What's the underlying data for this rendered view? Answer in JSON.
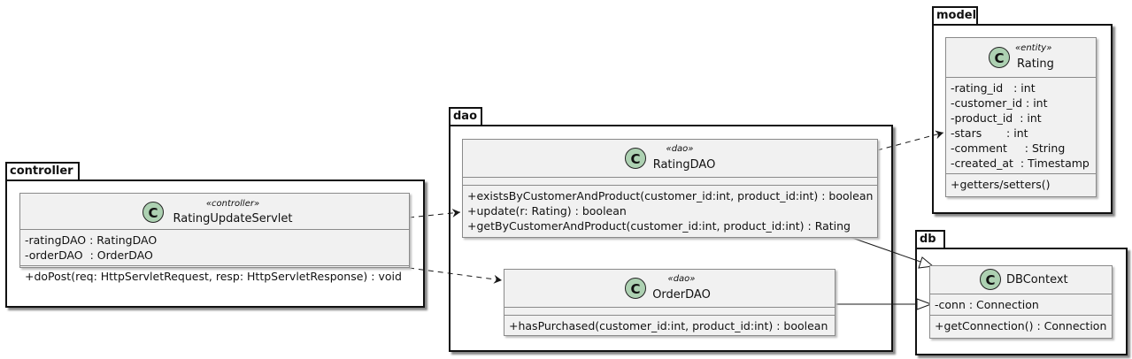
{
  "badge_letter": "C",
  "packages": {
    "controller": {
      "label": "controller"
    },
    "dao": {
      "label": "dao"
    },
    "model": {
      "label": "model"
    },
    "db": {
      "label": "db"
    }
  },
  "classes": {
    "rating_update_servlet": {
      "stereotype": "«controller»",
      "name": "RatingUpdateServlet",
      "fields": [
        "-ratingDAO : RatingDAO",
        "-orderDAO  : OrderDAO"
      ],
      "methods": [
        "+doPost(req: HttpServletRequest, resp: HttpServletResponse) : void"
      ]
    },
    "rating_dao": {
      "stereotype": "«dao»",
      "name": "RatingDAO",
      "fields": [],
      "methods": [
        "+existsByCustomerAndProduct(customer_id:int, product_id:int) : boolean",
        "+update(r: Rating) : boolean",
        "+getByCustomerAndProduct(customer_id:int, product_id:int) : Rating"
      ]
    },
    "order_dao": {
      "stereotype": "«dao»",
      "name": "OrderDAO",
      "fields": [],
      "methods": [
        "+hasPurchased(customer_id:int, product_id:int) : boolean"
      ]
    },
    "rating": {
      "stereotype": "«entity»",
      "name": "Rating",
      "fields": [
        "-rating_id   : int",
        "-customer_id : int",
        "-product_id  : int",
        "-stars       : int",
        "-comment     : String",
        "-created_at  : Timestamp"
      ],
      "methods": [
        "+getters/setters()"
      ]
    },
    "db_context": {
      "stereotype": "",
      "name": "DBContext",
      "fields": [
        "-conn : Connection"
      ],
      "methods": [
        "+getConnection() : Connection"
      ]
    }
  },
  "colors": {
    "badge_fill": "#ADD1B2",
    "class_fill": "#F1F1F1",
    "class_border": "#8A8A8A",
    "line": "#181818"
  }
}
